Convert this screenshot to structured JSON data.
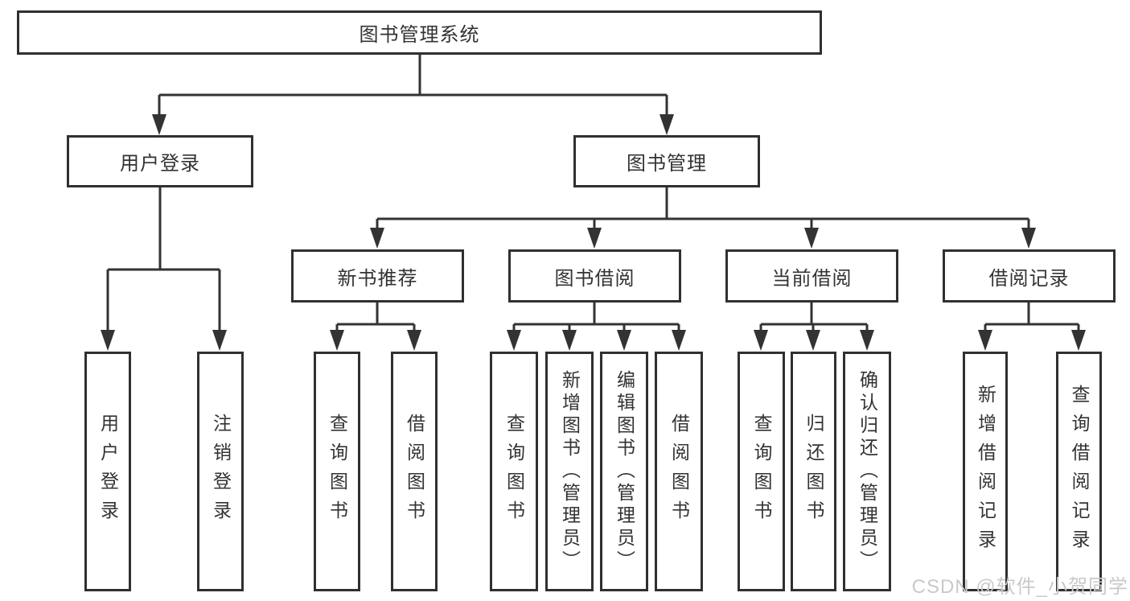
{
  "diagram": {
    "title_node": {
      "label": "图书管理系统"
    },
    "level2": [
      {
        "label": "用户登录"
      },
      {
        "label": "图书管理"
      }
    ],
    "level3": [
      {
        "label": "新书推荐"
      },
      {
        "label": "图书借阅"
      },
      {
        "label": "当前借阅"
      },
      {
        "label": "借阅记录"
      }
    ],
    "leaves": [
      {
        "label": "用户登录",
        "parent": "用户登录"
      },
      {
        "label": "注销登录",
        "parent": "用户登录"
      },
      {
        "label": "查询图书",
        "parent": "新书推荐"
      },
      {
        "label": "借阅图书",
        "parent": "新书推荐"
      },
      {
        "label": "查询图书",
        "parent": "图书借阅"
      },
      {
        "label": "新增图书（管理员）",
        "parent": "图书借阅"
      },
      {
        "label": "编辑图书（管理员）",
        "parent": "图书借阅"
      },
      {
        "label": "借阅图书",
        "parent": "图书借阅"
      },
      {
        "label": "查询图书",
        "parent": "当前借阅"
      },
      {
        "label": "归还图书",
        "parent": "当前借阅"
      },
      {
        "label": "确认归还（管理员）",
        "parent": "当前借阅"
      },
      {
        "label": "新增借阅记录",
        "parent": "借阅记录"
      },
      {
        "label": "查询借阅记录",
        "parent": "借阅记录"
      }
    ],
    "watermark": "CSDN @软件_小贺同学",
    "colors": {
      "line": "#333333",
      "box_border": "#303030",
      "text": "#333333",
      "watermark": "#c9c9c9",
      "background": "#ffffff"
    }
  }
}
